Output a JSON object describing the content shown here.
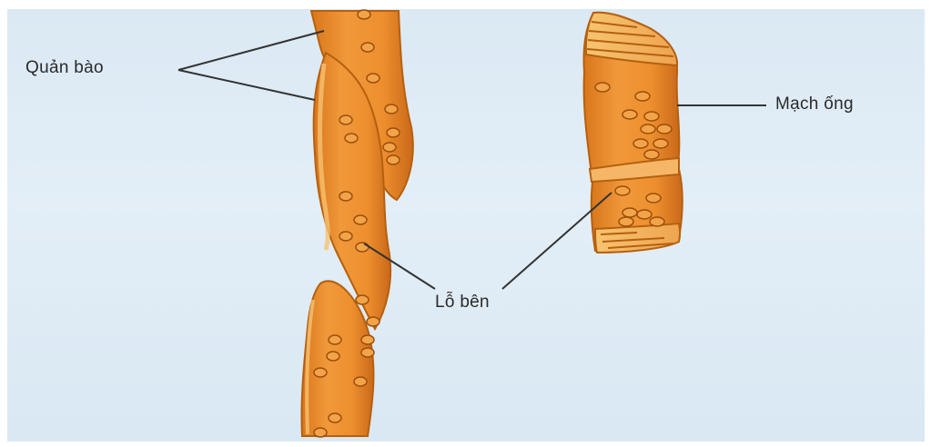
{
  "labels": {
    "tracheids": "Quản bào",
    "vessel": "Mạch ống",
    "pits": "Lỗ bên"
  },
  "colors": {
    "background": "#dde9f5",
    "cell_fill": "#ec8f2d",
    "cell_light": "#f6b861",
    "cell_outline": "#b5600f",
    "pit_fill": "#f2a54a",
    "leader_line": "#333333"
  }
}
